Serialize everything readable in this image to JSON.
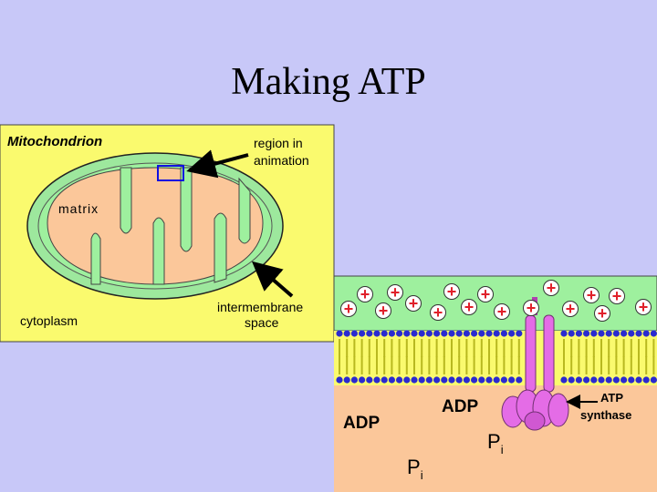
{
  "slide": {
    "title": "Making ATP"
  },
  "mitochondrion_panel": {
    "heading": "Mitochondrion",
    "label_region": [
      "region in",
      "animation"
    ],
    "label_matrix": "matrix",
    "label_cytoplasm": "cytoplasm",
    "label_intermembrane": [
      "intermembrane",
      "space"
    ]
  },
  "membrane_panel": {
    "adp_labels": [
      "ADP",
      "ADP"
    ],
    "pi_labels": [
      {
        "main": "P",
        "sub": "i"
      },
      {
        "main": "P",
        "sub": "i"
      }
    ],
    "atp_synthase_label": [
      "ATP",
      "synthase"
    ],
    "ion_symbol": "+"
  },
  "colors": {
    "background": "#c8c8f8",
    "panel_yellow": "#fafa6e",
    "outer_membrane": "#9de89d",
    "matrix_fill": "#fbc79a",
    "intermembrane_space": "#9ef09e",
    "lipid_head": "#2a2ad0",
    "lipid_tail": "#f2f24a",
    "synthase": "#e46ce6",
    "ion": "#e0202a",
    "region_box": "#1010e0"
  }
}
